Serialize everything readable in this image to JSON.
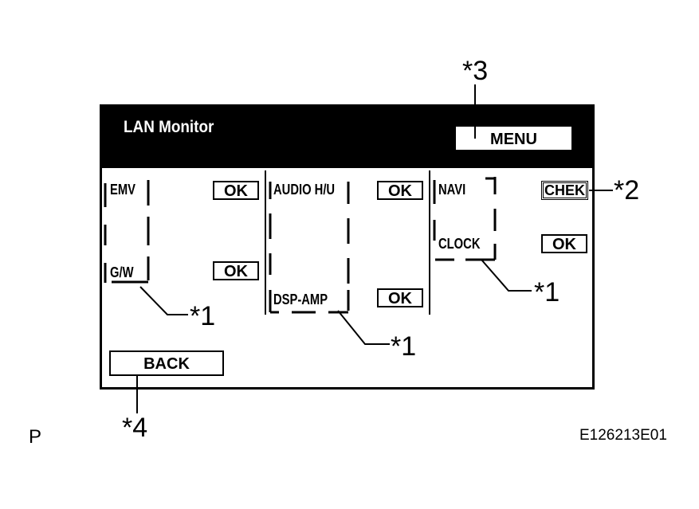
{
  "screen": {
    "title": "LAN Monitor",
    "menu_label": "MENU",
    "back_label": "BACK",
    "devices": {
      "emv": {
        "name": "EMV",
        "status": "OK"
      },
      "gw": {
        "name": "G/W",
        "status": "OK"
      },
      "audio_hu": {
        "name": "AUDIO H/U",
        "status": "OK"
      },
      "dsp_amp": {
        "name": "DSP-AMP",
        "status": "OK"
      },
      "navi": {
        "name": "NAVI",
        "status": "CHEK"
      },
      "clock": {
        "name": "CLOCK",
        "status": "OK"
      }
    }
  },
  "callouts": {
    "c1_left": "*1",
    "c1_mid": "*1",
    "c1_right": "*1",
    "c2": "*2",
    "c3": "*3",
    "c4": "*4"
  },
  "corner_letter": "P",
  "figure_id": "E126213E01"
}
